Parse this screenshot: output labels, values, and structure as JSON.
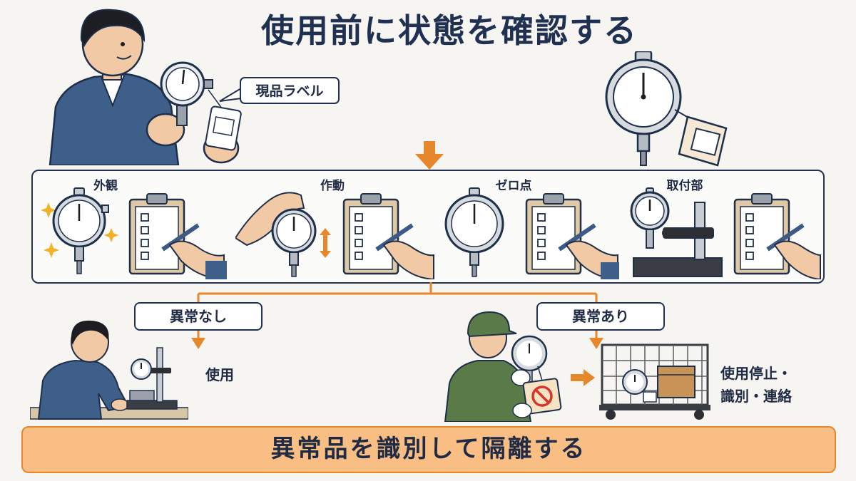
{
  "title": "使用前に状態を確認する",
  "label_callout": "現品ラベル",
  "steps": [
    {
      "label": "外観"
    },
    {
      "label": "作動"
    },
    {
      "label": "ゼロ点"
    },
    {
      "label": "取付部"
    }
  ],
  "branches": {
    "ok": {
      "tag": "異常なし",
      "result": "使用"
    },
    "ng": {
      "tag": "異常あり",
      "result_line1": "使用停止・",
      "result_line2": "識別・連絡"
    }
  },
  "conclusion": "異常品を識別して隔離する",
  "colors": {
    "navy": "#1f3050",
    "orange": "#e7872c",
    "bar_fill": "#f8be84",
    "worker_blue": "#3e5f8a",
    "worker_green": "#5a7a48",
    "prohibit_red": "#d9342b"
  }
}
